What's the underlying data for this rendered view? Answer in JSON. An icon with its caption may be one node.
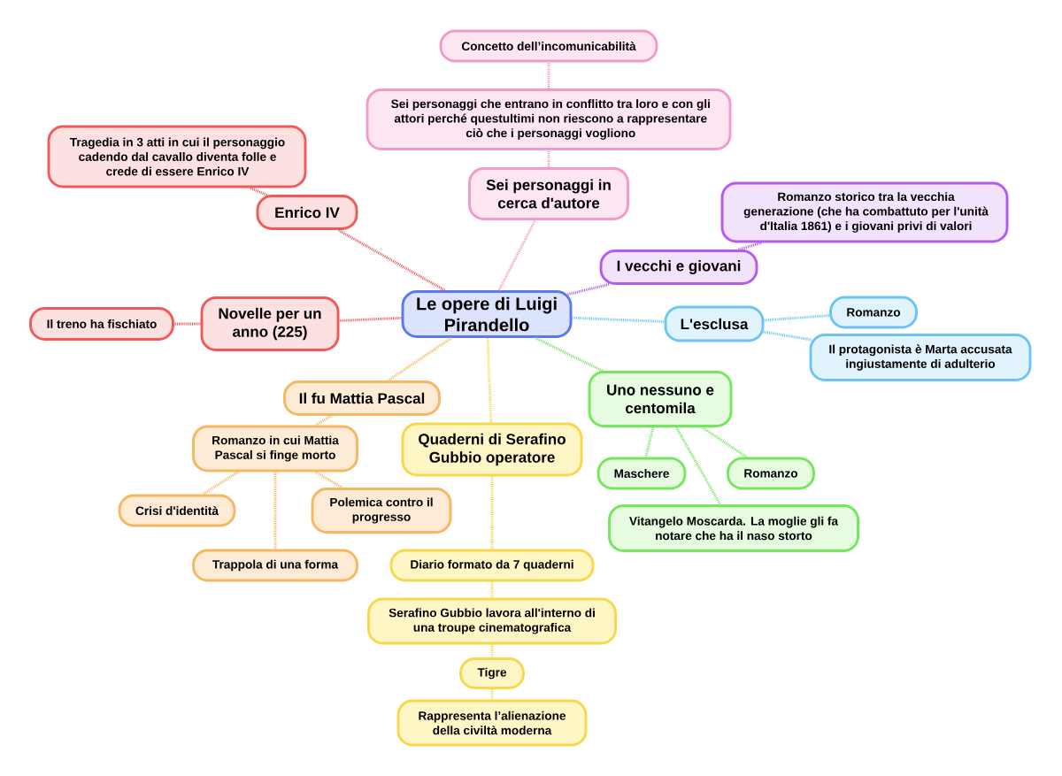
{
  "diagram": {
    "nodes": [
      {
        "text": [
          "Le opere di Luigi Pirandello"
        ]
      },
      {
        "text": [
          "Sei personaggi in cerca d'autore"
        ]
      },
      {
        "text": [
          "Sei personaggi che entrano in conflitto tra loro e con gli attori perché questultimi non riescono a rappresentare ciò che i personaggi vogliono"
        ]
      },
      {
        "text": [
          "Concetto dell’incomunicabilità"
        ]
      },
      {
        "text": [
          "Enrico IV"
        ]
      },
      {
        "text": [
          "Tragedia in 3 atti in cui il personaggio cadendo dal cavallo diventa folle e crede di essere Enrico IV"
        ]
      },
      {
        "text": [
          "Novelle per un anno (225)"
        ]
      },
      {
        "text": [
          "Il treno ha fischiato"
        ]
      },
      {
        "text": [
          "I vecchi e giovani"
        ]
      },
      {
        "text": [
          "Romanzo storico tra la vecchia generazione (che ha combattuto per l'unità d'Italia 1861) e i giovani privi di valori"
        ]
      },
      {
        "text": [
          "L'esclusa"
        ]
      },
      {
        "text": [
          "Romanzo"
        ]
      },
      {
        "text": [
          "Il protagonista è Marta accusata ingiustamente di adulterio"
        ]
      },
      {
        "text": [
          "Uno nessuno e centomila"
        ]
      },
      {
        "text": [
          "Maschere"
        ]
      },
      {
        "text": [
          "Romanzo"
        ]
      },
      {
        "text": [
          "Vitangelo Moscarda. La moglie gli fa notare che ha il naso storto"
        ]
      },
      {
        "text": [
          "Il fu Mattia Pascal"
        ]
      },
      {
        "text": [
          "Romanzo in cui Mattia Pascal si finge morto"
        ]
      },
      {
        "text": [
          "Crisi d'identità"
        ]
      },
      {
        "text": [
          "Polemica contro il progresso"
        ]
      },
      {
        "text": [
          "Trappola di una forma"
        ]
      },
      {
        "text": [
          "Quaderni di Serafino Gubbio operatore"
        ]
      },
      {
        "text": [
          "Diario formato da 7 quaderni"
        ]
      },
      {
        "text": [
          "Serafino Gubbio lavora all'interno di una troupe cinematografica"
        ]
      },
      {
        "text": [
          "Tigre"
        ]
      },
      {
        "text": [
          "Rappresenta l’alienazione della civiltà moderna"
        ]
      }
    ],
    "edges": [
      {
        "from": 0,
        "to": 1,
        "arrow": "none",
        "color": "#f29ac9"
      },
      {
        "from": 1,
        "to": 2,
        "arrow": "none",
        "color": "#f29ac9"
      },
      {
        "from": 2,
        "to": 3,
        "arrow": "none",
        "color": "#f29ac9"
      },
      {
        "from": 0,
        "to": 4,
        "arrow": "none",
        "color": "#f05a5a"
      },
      {
        "from": 4,
        "to": 5,
        "arrow": "none",
        "color": "#f05a5a"
      },
      {
        "from": 0,
        "to": 6,
        "arrow": "none",
        "color": "#f05a5a"
      },
      {
        "from": 6,
        "to": 7,
        "arrow": "none",
        "color": "#f05a5a"
      },
      {
        "from": 0,
        "to": 8,
        "arrow": "none",
        "color": "#b45af0"
      },
      {
        "from": 8,
        "to": 9,
        "arrow": "none",
        "color": "#b45af0"
      },
      {
        "from": 0,
        "to": 10,
        "arrow": "none",
        "color": "#6cc4f5"
      },
      {
        "from": 10,
        "to": 11,
        "arrow": "none",
        "color": "#6cc4f5"
      },
      {
        "from": 10,
        "to": 12,
        "arrow": "none",
        "color": "#6cc4f5"
      },
      {
        "from": 0,
        "to": 13,
        "arrow": "none",
        "color": "#74e85c"
      },
      {
        "from": 13,
        "to": 14,
        "arrow": "none",
        "color": "#74e85c"
      },
      {
        "from": 13,
        "to": 15,
        "arrow": "none",
        "color": "#74e85c"
      },
      {
        "from": 13,
        "to": 16,
        "arrow": "none",
        "color": "#74e85c"
      },
      {
        "from": 0,
        "to": 17,
        "arrow": "none",
        "color": "#f5b860"
      },
      {
        "from": 17,
        "to": 18,
        "arrow": "none",
        "color": "#f5b860"
      },
      {
        "from": 18,
        "to": 19,
        "arrow": "none",
        "color": "#f5b860"
      },
      {
        "from": 18,
        "to": 20,
        "arrow": "none",
        "color": "#f5b860"
      },
      {
        "from": 18,
        "to": 21,
        "arrow": "none",
        "color": "#f5b860"
      },
      {
        "from": 0,
        "to": 22,
        "arrow": "none",
        "color": "#f7d84a"
      },
      {
        "from": 22,
        "to": 23,
        "arrow": "none",
        "color": "#f7d84a"
      },
      {
        "from": 23,
        "to": 24,
        "arrow": "none",
        "color": "#f7d84a"
      },
      {
        "from": 24,
        "to": 25,
        "arrow": "none",
        "color": "#f7d84a"
      },
      {
        "from": 25,
        "to": 26,
        "arrow": "none",
        "color": "#f7d84a"
      }
    ]
  }
}
